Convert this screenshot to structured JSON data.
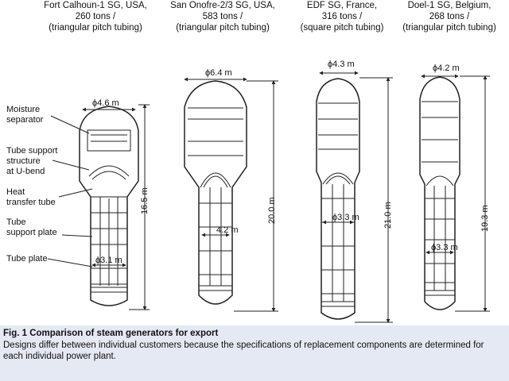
{
  "generators": [
    {
      "name": "Fort Calhoun-1 SG, USA,",
      "tons": "260 tons /",
      "pitch": "(triangular pitch tubing)",
      "top_diameter": "ϕ4.6 m",
      "bottom_diameter": "ϕ3.1 m",
      "height": "16.5 m"
    },
    {
      "name": "San Onofre-2/3 SG, USA,",
      "tons": "583 tons /",
      "pitch": "(triangular pitch tubing)",
      "top_diameter": "ϕ6.4 m",
      "bottom_diameter": "4.2 m",
      "height": "20.0 m"
    },
    {
      "name": "EDF SG, France,",
      "tons": "316 tons /",
      "pitch": "(square pitch tubing)",
      "top_diameter": "ϕ4.3 m",
      "bottom_diameter": "ϕ3.3 m",
      "height": "21.0 m"
    },
    {
      "name": "Doel-1 SG, Belgium,",
      "tons": "268 tons /",
      "pitch": "(triangular pitch tubing)",
      "top_diameter": "ϕ4.2 m",
      "bottom_diameter": "ϕ3.3 m",
      "height": "19.3 m"
    }
  ],
  "component_labels": {
    "moisture_separator": [
      "Moisture",
      "separator"
    ],
    "tube_support_structure": [
      "Tube support",
      "structure",
      "at U-bend"
    ],
    "heat_transfer_tube": [
      "Heat",
      "transfer tube"
    ],
    "tube_support_plate": [
      "Tube",
      "support plate"
    ],
    "tube_plate": [
      "Tube plate"
    ]
  },
  "caption": {
    "title": "Fig. 1  Comparison of steam generators for export",
    "body": "Designs differ between individual customers because the specifications of replacement components are determined for each individual power plant."
  },
  "colors": {
    "caption_background": "#e5e9f3",
    "line": "#222222"
  }
}
